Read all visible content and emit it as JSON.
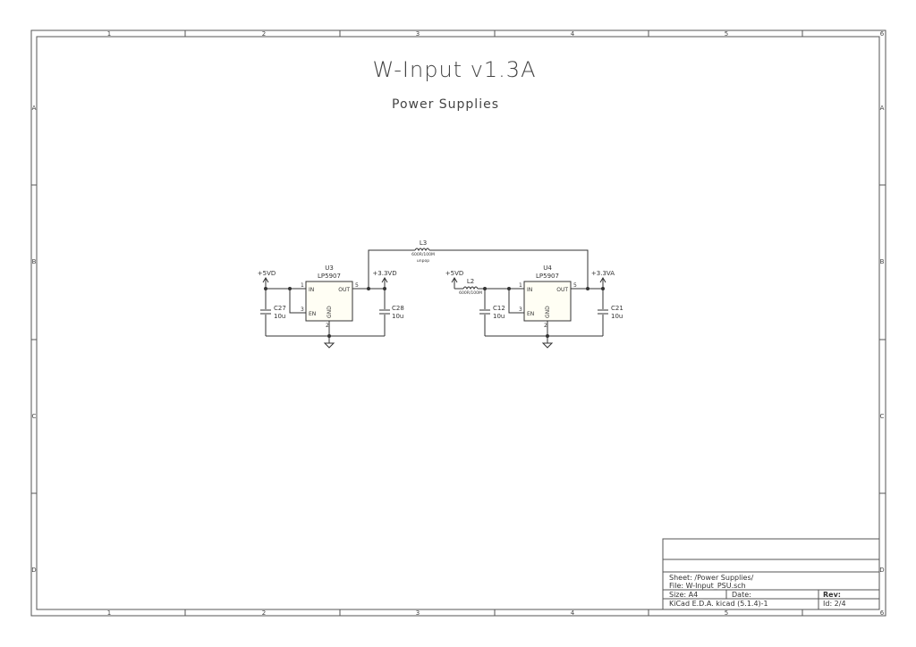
{
  "sheet": {
    "title": "W-Input v1.3A",
    "subtitle": "Power Supplies"
  },
  "border": {
    "columns": [
      "1",
      "2",
      "3",
      "4",
      "5",
      "6"
    ],
    "rows": [
      "A",
      "B",
      "C",
      "D"
    ]
  },
  "components": {
    "u3": {
      "ref": "U3",
      "value": "LP5907",
      "pin_in": "IN",
      "pin_en": "EN",
      "pin_out": "OUT",
      "pin_gnd": "GND",
      "n_in": "1",
      "n_en": "3",
      "n_out": "5",
      "n_gnd": "2"
    },
    "u4": {
      "ref": "U4",
      "value": "LP5907",
      "pin_in": "IN",
      "pin_en": "EN",
      "pin_out": "OUT",
      "pin_gnd": "GND",
      "n_in": "1",
      "n_en": "3",
      "n_out": "5",
      "n_gnd": "2"
    },
    "c27": {
      "ref": "C27",
      "value": "10u"
    },
    "c28": {
      "ref": "C28",
      "value": "10u"
    },
    "c12": {
      "ref": "C12",
      "value": "10u"
    },
    "c21": {
      "ref": "C21",
      "value": "10u"
    },
    "l3": {
      "ref": "L3",
      "value": "600R/100M",
      "note": "unpop"
    },
    "l2": {
      "ref": "L2",
      "value": "600R/100M"
    }
  },
  "nets": {
    "p5vd_a": "+5VD",
    "p33vd": "+3.3VD",
    "p5vd_b": "+5VD",
    "p33va": "+3.3VA"
  },
  "title_block": {
    "sheet": "Sheet: /Power Supplies/",
    "file": "File: W-Input_PSU.sch",
    "size": "Size: A4",
    "date": "Date:",
    "rev": "Rev:",
    "tool": "KiCad E.D.A.  kicad (5.1.4)-1",
    "id": "Id: 2/4"
  }
}
